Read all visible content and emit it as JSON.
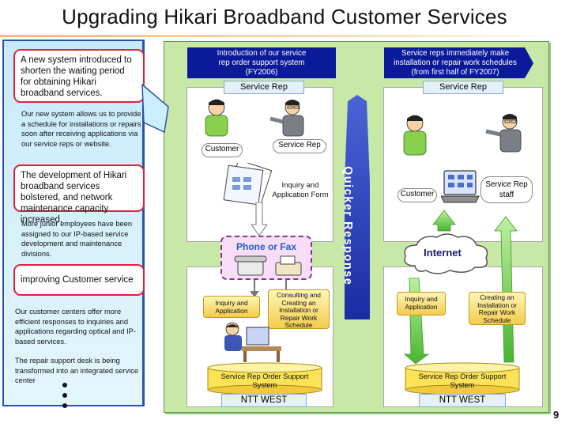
{
  "header": {
    "title": "Upgrading Hikari Broadband Customer Services"
  },
  "left_panel": {
    "box1": "A new system introduced to shorten the waiting period for obtaining Hikari broadband services.",
    "desc1": "Our new system allows us to provide a schedule for installations or repairs soon after receiving applications via our service reps or website.",
    "box2": "The development of Hikari broadband services bolstered, and network maintenance capacity increased.",
    "desc2": "More junior employees have been assigned to our IP-based service development and maintenance divisions.",
    "box3": "improving Customer service",
    "desc3a": "Our customer centers offer more efficient responses to inquiries and applications regarding optical and IP-based services.",
    "desc3b": "The repair support desk is being transformed into an integrated service center"
  },
  "left_column": {
    "header_line1": "Introduction of our service",
    "header_line2": "rep order support system",
    "header_line3": "(FY2006)",
    "service_rep": "Service Rep",
    "customer": "Customer",
    "service_rep_person": "Service Rep",
    "form_line1": "Inquiry and",
    "form_line2": "Application Form",
    "phone_fax": "Phone or Fax",
    "inquiry_line1": "Inquiry and",
    "inquiry_line2": "Application",
    "consult_line1": "Consulting and",
    "consult_line2": "Creating an",
    "consult_line3": "Installation  or",
    "consult_line4": "Repair Work",
    "consult_line5": "Schedule",
    "system_line1": "Service Rep Order Support",
    "system_line2": "System",
    "ntt": "NTT WEST"
  },
  "arrow": {
    "label": "Quicker Response"
  },
  "right_column": {
    "header_line1": "Service reps immediately make",
    "header_line2": "installation or repair work schedules",
    "header_line3": "(from first half of FY2007)",
    "service_rep": "Service Rep",
    "customer": "Customer",
    "staff_line1": "Service Rep",
    "staff_line2": "staff",
    "internet": "Internet",
    "inquiry_line1": "Inquiry and",
    "inquiry_line2": "Application",
    "creating_line1": "Creating an",
    "creating_line2": "Installation  or",
    "creating_line3": "Repair Work",
    "creating_line4": "Schedule",
    "system_line1": "Service Rep Order Support",
    "system_line2": "System",
    "ntt": "NTT WEST"
  },
  "footer": {
    "page_number": "9"
  },
  "colors": {
    "red_border": "#e0213b",
    "navy": "#0b1a99",
    "green_bg": "#c8e8a8",
    "arrow_green": "#7bd05a"
  }
}
